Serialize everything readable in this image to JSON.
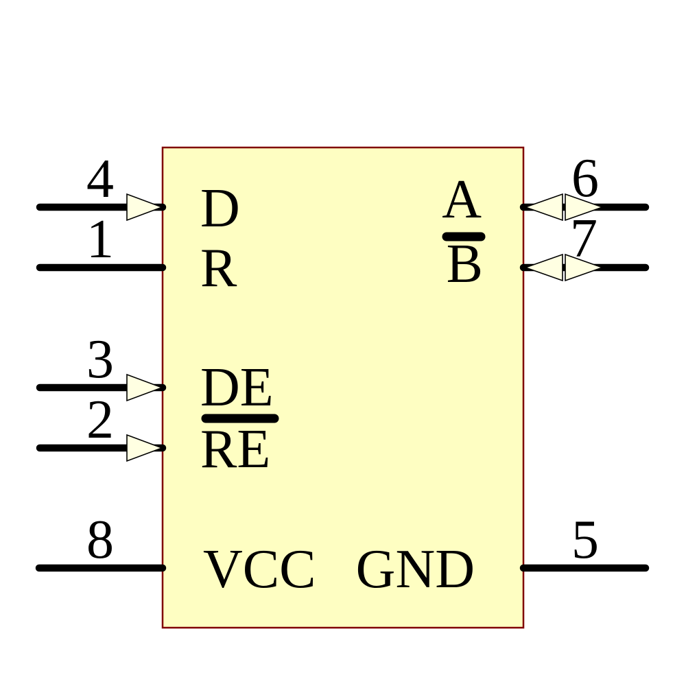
{
  "colors": {
    "background": "#ffffff",
    "body_fill": "#fefec2",
    "body_stroke": "#800000",
    "wire": "#000000",
    "arrow_fill": "#ffffe2",
    "arrow_stroke": "#000000",
    "text": "#000000"
  },
  "symbol": {
    "kind": "schematic-component-symbol",
    "pins_left": [
      {
        "number": "4",
        "label": "D",
        "direction": "input-arrow"
      },
      {
        "number": "1",
        "label": "R",
        "direction": "plain"
      },
      {
        "number": "3",
        "label": "DE",
        "direction": "input-arrow"
      },
      {
        "number": "2",
        "label": "RE",
        "overline": true,
        "direction": "input-arrow"
      },
      {
        "number": "8",
        "label": "VCC",
        "direction": "plain"
      }
    ],
    "pins_right": [
      {
        "number": "6",
        "label": "A",
        "direction": "bidirectional-arrow"
      },
      {
        "number": "7",
        "label": "B",
        "overline": true,
        "direction": "bidirectional-arrow"
      },
      {
        "number": "5",
        "label": "GND",
        "direction": "plain"
      }
    ]
  }
}
